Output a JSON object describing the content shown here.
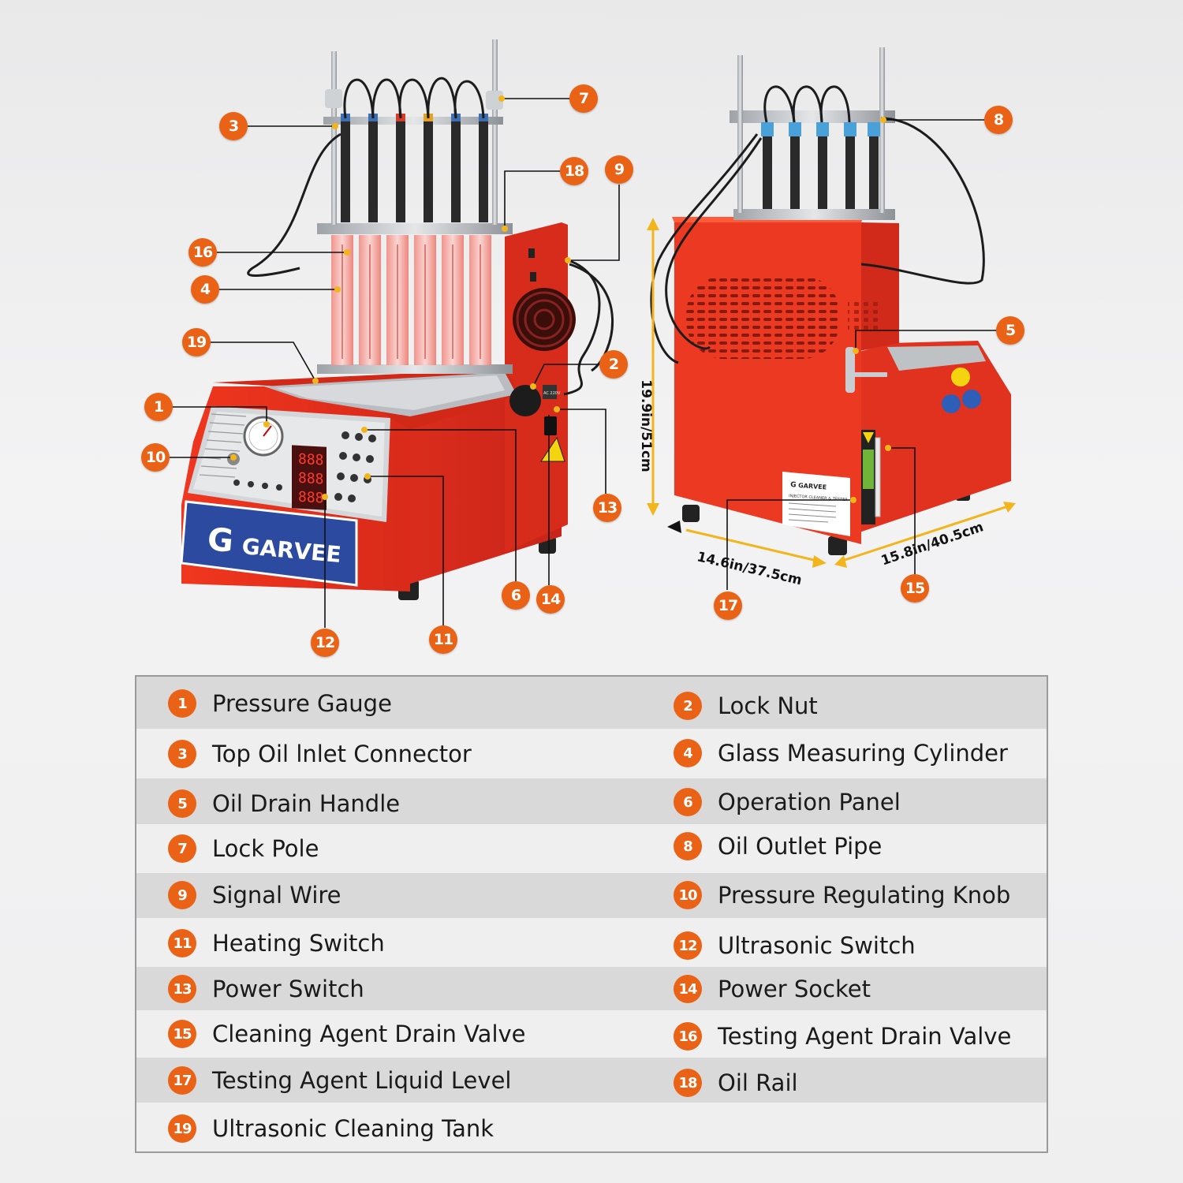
{
  "brand": {
    "logo_text": "GARVEE",
    "label_brand": "GARVEE",
    "label_title": "INJECTOR CLEANER & TESTER",
    "power_tag": "AC 220V"
  },
  "dimensions": {
    "height": "19.9in/51cm",
    "width": "14.6in/37.5cm",
    "depth": "15.8in/40.5cm"
  },
  "colors": {
    "accent": "#ea6216",
    "machine_red": "#e8301c",
    "brand_blue": "#2b4aa0"
  },
  "callouts": [
    "1",
    "2",
    "3",
    "4",
    "5",
    "6",
    "7",
    "8",
    "9",
    "10",
    "11",
    "12",
    "13",
    "14",
    "15",
    "16",
    "17",
    "18",
    "19"
  ],
  "legend": [
    {
      "num": "1",
      "label": "Pressure Gauge"
    },
    {
      "num": "2",
      "label": "Lock Nut"
    },
    {
      "num": "3",
      "label": "Top Oil lnlet Connector"
    },
    {
      "num": "4",
      "label": "Glass Measuring Cylinder"
    },
    {
      "num": "5",
      "label": "Oil Drain Handle"
    },
    {
      "num": "6",
      "label": "Operation Panel"
    },
    {
      "num": "7",
      "label": "Lock Pole"
    },
    {
      "num": "8",
      "label": "Oil Outlet Pipe"
    },
    {
      "num": "9",
      "label": "Signal Wire"
    },
    {
      "num": "10",
      "label": "Pressure Regulating Knob"
    },
    {
      "num": "11",
      "label": "Heating Switch"
    },
    {
      "num": "12",
      "label": "Ultrasonic Switch"
    },
    {
      "num": "13",
      "label": "Power Switch"
    },
    {
      "num": "14",
      "label": "Power Socket"
    },
    {
      "num": "15",
      "label": "Cleaning Agent Drain Valve"
    },
    {
      "num": "16",
      "label": "Testing Agent Drain Valve"
    },
    {
      "num": "17",
      "label": "Testing Agent Liquid Level"
    },
    {
      "num": "18",
      "label": "Oil Rail"
    },
    {
      "num": "19",
      "label": "Ultrasonic Cleaning Tank"
    }
  ]
}
